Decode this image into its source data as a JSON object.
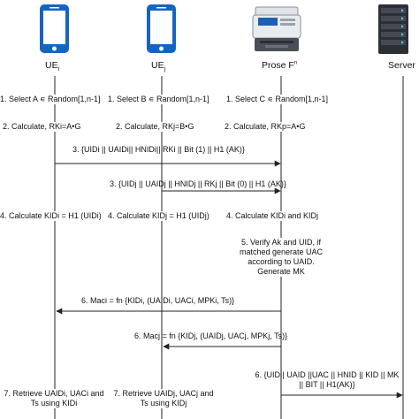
{
  "entities": [
    {
      "key": "ue_i",
      "label": "UE",
      "sub": "i",
      "icon": "smartphone-icon"
    },
    {
      "key": "ue_j",
      "label": "UE",
      "sub": "j",
      "icon": "smartphone-icon"
    },
    {
      "key": "prose",
      "label": "Prose F",
      "sup": "n",
      "icon": "multifunction-printer-icon"
    },
    {
      "key": "server",
      "label": "Server",
      "icon": "server-rack-icon"
    }
  ],
  "select_row": {
    "ue_i": "1. Select A ∊ Random[1,n-1]",
    "ue_j": "1. Select B ∊ Random[1,n-1]",
    "prose": "1. Select C ∊ Random[1,n-1]"
  },
  "calc_row": {
    "ue_i": "2. Calculate, RKi=A•G",
    "ue_j": "2. Calculate, RKj=B•G",
    "prose": "2. Calculate, RKp=A•G"
  },
  "messages": {
    "m3_i": "3. {UIDi || UAIDi|| HNIDi|| RKi || Bit (1) || H1 (AK)}",
    "m3_j": "3. {UIDj || UAIDj || HNIDj || RKj || Bit (0) || H1 (AK)}"
  },
  "kid_row": {
    "ue_i": "4. Calculate KIDi = H1 (UIDi)",
    "ue_j": "4. Calculate KIDj = H1 (UIDj)",
    "prose": "4. Calculate KIDi and KIDj"
  },
  "verify_step": "5. Verify Ak and UID, if matched generate UAC according to UAID. Generate MK",
  "mac_i": "6. Maci = fn {KIDi, (UAIDi, UACi, MPKi, Ts)}",
  "mac_j": "6. Macj = fn {KIDj, (UAIDj, UACj, MPKj, Ts)}",
  "server_msg": "6. {UID|| UAID ||UAC || HNID || KID || MK || BIT || H1(AK)}",
  "retrieve_i": "7. Retrieve UAIDi, UACi and Ts using KIDi",
  "retrieve_j": "7. Retrieve UAIDj, UACj and Ts using KIDj",
  "colors": {
    "line": "#222222",
    "phone_blue": "#1565c0",
    "server_dark": "#2b2f36"
  }
}
